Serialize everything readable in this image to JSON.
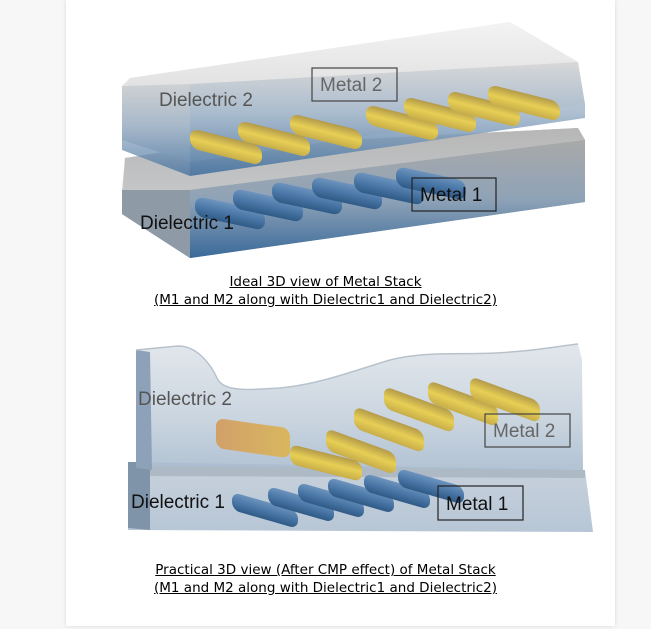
{
  "figure1": {
    "labels": {
      "dielectric2": "Dielectric 2",
      "metal2": "Metal 2",
      "metal1": "Metal 1",
      "dielectric1": "Dielectric 1"
    },
    "caption_line1": "Ideal 3D view of Metal Stack",
    "caption_line2": "(M1 and M2 along with Dielectric1 and Dielectric2)"
  },
  "figure2": {
    "labels": {
      "dielectric2": "Dielectric 2",
      "metal2": "Metal 2",
      "metal1": "Metal 1",
      "dielectric1": "Dielectric 1"
    },
    "caption_line1": "Practical 3D view (After CMP effect) of Metal Stack",
    "caption_line2": "(M1 and M2 along with Dielectric1 and Dielectric2)"
  },
  "colors": {
    "metal2_bar": "#d8c25a",
    "metal1_bar": "#4b78a8",
    "dielectric_top": "#e9e9e9",
    "dielectric_side": "#3f6f9e"
  }
}
